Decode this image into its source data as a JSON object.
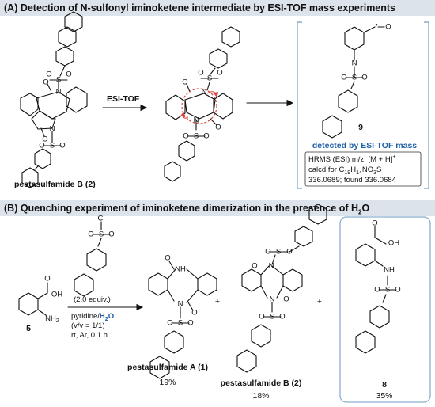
{
  "banner_a": "(A) Detection of N-sulfonyl iminoketene intermediate by ESI-TOF mass experiments",
  "banner_b": "(B) Quenching experiment of iminoketene dimerization in the presence of H",
  "banner_b_sub": "2",
  "banner_b_tail": "O",
  "atoms": {
    "O": "O",
    "N": "N",
    "S": "S",
    "H": "H",
    "Cl": "Cl",
    "OH": "OH",
    "NH": "NH",
    "NH2": "NH",
    "NH2_sub": "2"
  },
  "part_a": {
    "compound_label": "pestasulfamide B (2)",
    "arrow1_label": "ESI-TOF",
    "intermediate_number": "9",
    "detected_label": "detected by ESI-TOF mass",
    "hrms_line1": "HRMS (ESI) m/z: [M + H]",
    "hrms_line1_sup": "+",
    "hrms_line2_prefix": "calcd for C",
    "hrms_sub1": "19",
    "hrms_mid1": "H",
    "hrms_sub2": "14",
    "hrms_mid2": "NO",
    "hrms_sub3": "3",
    "hrms_tail": "S",
    "hrms_line3": "336.0689; found 336.0684"
  },
  "part_b": {
    "start_number": "5",
    "reagent_amount": "(2.0 equiv.)",
    "cond_solvent_a": "pyridine/",
    "cond_solvent_h": "H",
    "cond_solvent_sub": "2",
    "cond_solvent_o": "O",
    "cond_ratio": "(v/v = 1/1)",
    "cond_temp": "rt, Ar, 0.1 h",
    "plus": "+",
    "products": [
      {
        "name": "pestasulfamide A (1)",
        "yield": "19%"
      },
      {
        "name": "pestasulfamide B (2)",
        "yield": "18%"
      },
      {
        "name": "8",
        "yield": "35%"
      }
    ]
  },
  "colors": {
    "banner_bg": "#dde3ea",
    "accent_blue": "#1f5fa6",
    "frame": "#8aaed0",
    "arrow_red": "#d9443c"
  }
}
